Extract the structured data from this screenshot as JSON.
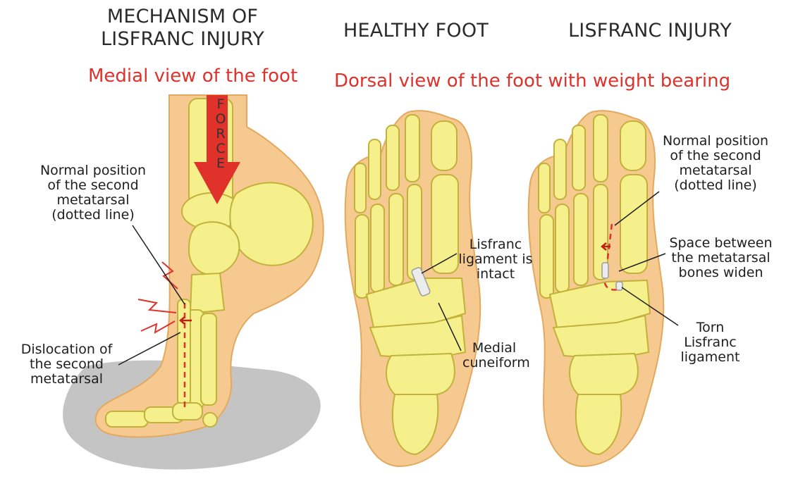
{
  "titles": {
    "mechanism": "MECHANISM OF LISFRANC INJURY",
    "healthy": "HEALTHY FOOT",
    "injury": "LISFRANC INJURY"
  },
  "subtitles": {
    "medial": "Medial view of the foot",
    "dorsal": "Dorsal view of the foot with weight bearing"
  },
  "labels": {
    "force": "FORCE",
    "normal_position_left": "Normal position of the second metatarsal (dotted line)",
    "dislocation": "Dislocation of the second metatarsal",
    "ligament_intact": "Lisfranc ligament is intact",
    "medial_cuneiform": "Medial cuneiform",
    "normal_position_right": "Normal position of the second metatarsal (dotted line)",
    "space_widen": "Space between the metatarsal bones widen",
    "torn_ligament": "Torn Lisfranc ligament"
  },
  "colors": {
    "skin": "#f5c98f",
    "skin_outline": "#e3a95f",
    "bone": "#f5f08c",
    "bone_outline": "#c2b13a",
    "accent_red": "#e0312b",
    "shadow": "#c4c4c4"
  }
}
